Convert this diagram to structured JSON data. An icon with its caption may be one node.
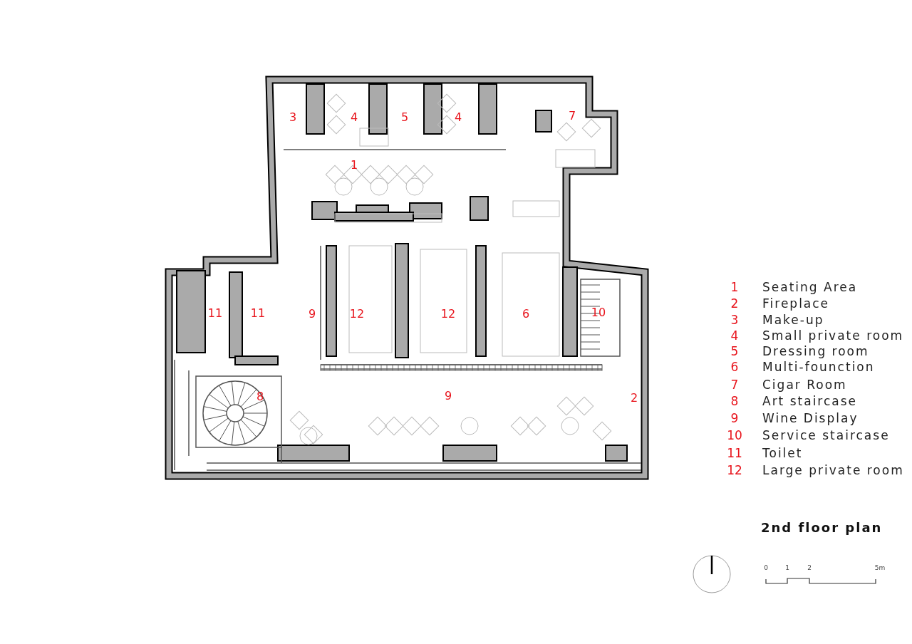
{
  "diagram": {
    "title": "2nd floor plan",
    "labels": [
      "3",
      "4",
      "5",
      "4",
      "7",
      "1",
      "11",
      "11",
      "9",
      "12",
      "12",
      "6",
      "10",
      "8",
      "9",
      "2",
      "1",
      "Seating Area",
      "2",
      "Fireplace",
      "3",
      "Make-up",
      "4",
      "Small private room",
      "5",
      "Dressing room",
      "6",
      "Multi-founction",
      "7",
      "Cigar Room",
      "8",
      "Art staircase",
      "9",
      "Wine Display",
      "10",
      "Service staircase",
      "11",
      "Toilet",
      "12",
      "Large private room",
      "0",
      "1",
      "2",
      "5m"
    ]
  }
}
